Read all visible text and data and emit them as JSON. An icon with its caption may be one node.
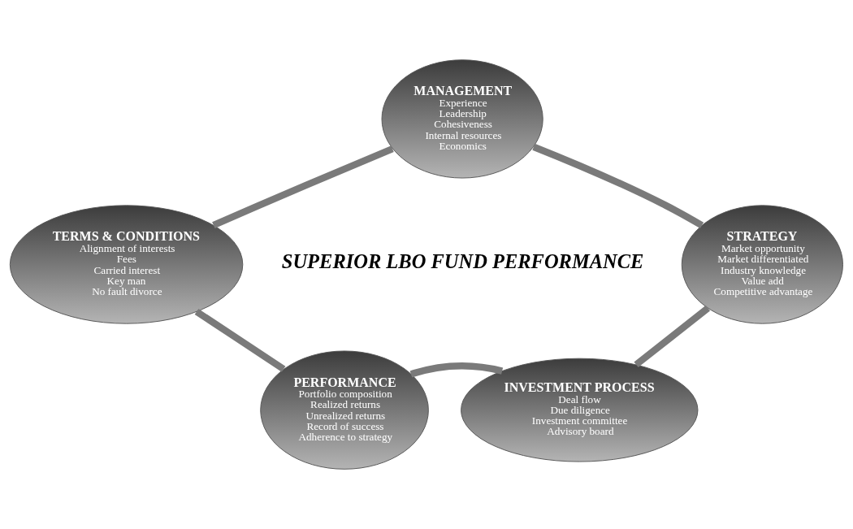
{
  "diagram": {
    "nodes": [
      {
        "text": [
          "MANAGEMENT",
          "Experience",
          "Leadership",
          "Cohesiveness",
          "Internal resources",
          "Economics"
        ]
      },
      {
        "text": [
          "TERMS & CONDITIONS",
          "Alignment of interests",
          "Fees",
          "Carried interest",
          "Key man",
          "No fault divorce"
        ]
      },
      {
        "text": [
          "SUPERIOR LBO FUND PERFORMANCE"
        ]
      },
      {
        "text": [
          "STRATEGY",
          "Market opportunity",
          "Market differentiated",
          "Industry knowledge",
          "Value add",
          "Competitive advantage"
        ]
      },
      {
        "text": [
          "PERFORMANCE",
          "Portfolio composition",
          "Realized returns",
          "Unrealized returns",
          "Record of success",
          "Adherence to strategy"
        ]
      },
      {
        "text": [
          "INVESTMENT PROCESS",
          "Deal flow",
          "Due diligence",
          "Investment committee",
          "Advisory board"
        ]
      }
    ],
    "edges": [
      {
        "from": 0,
        "to": 3,
        "arrow": "none"
      },
      {
        "from": 3,
        "to": 5,
        "arrow": "none"
      },
      {
        "from": 5,
        "to": 4,
        "arrow": "none"
      },
      {
        "from": 4,
        "to": 1,
        "arrow": "none"
      },
      {
        "from": 1,
        "to": 0,
        "arrow": "none"
      }
    ]
  }
}
